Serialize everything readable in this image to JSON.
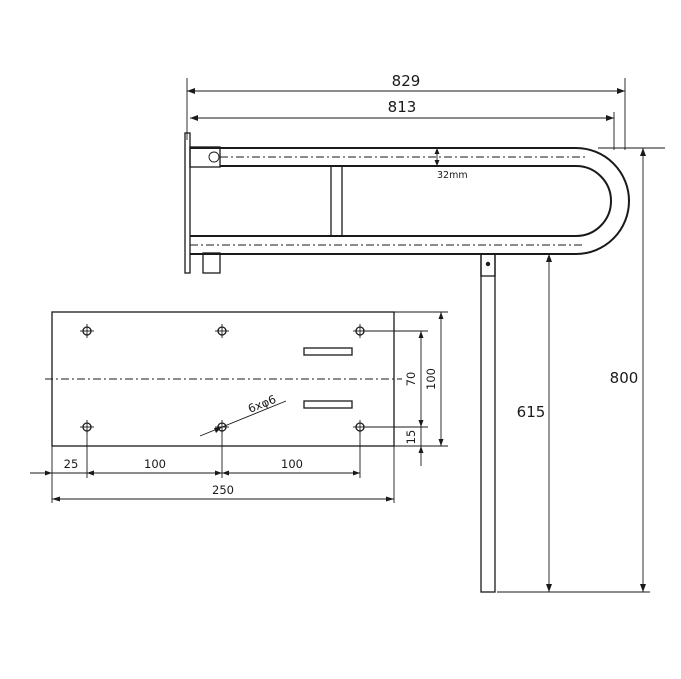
{
  "drawing": {
    "side_view": {
      "overall_length": "829",
      "rail_length": "813",
      "tube_diameter": "32mm",
      "overall_height": "800",
      "leg_height": "615"
    },
    "base_plate": {
      "hole_spec": "6xφ6",
      "edge_offset": "25",
      "hole_spacing_left": "100",
      "hole_spacing_right": "100",
      "plate_width": "250",
      "vertical_offset": "70",
      "plate_height": "100",
      "bottom_offset": "15"
    }
  }
}
